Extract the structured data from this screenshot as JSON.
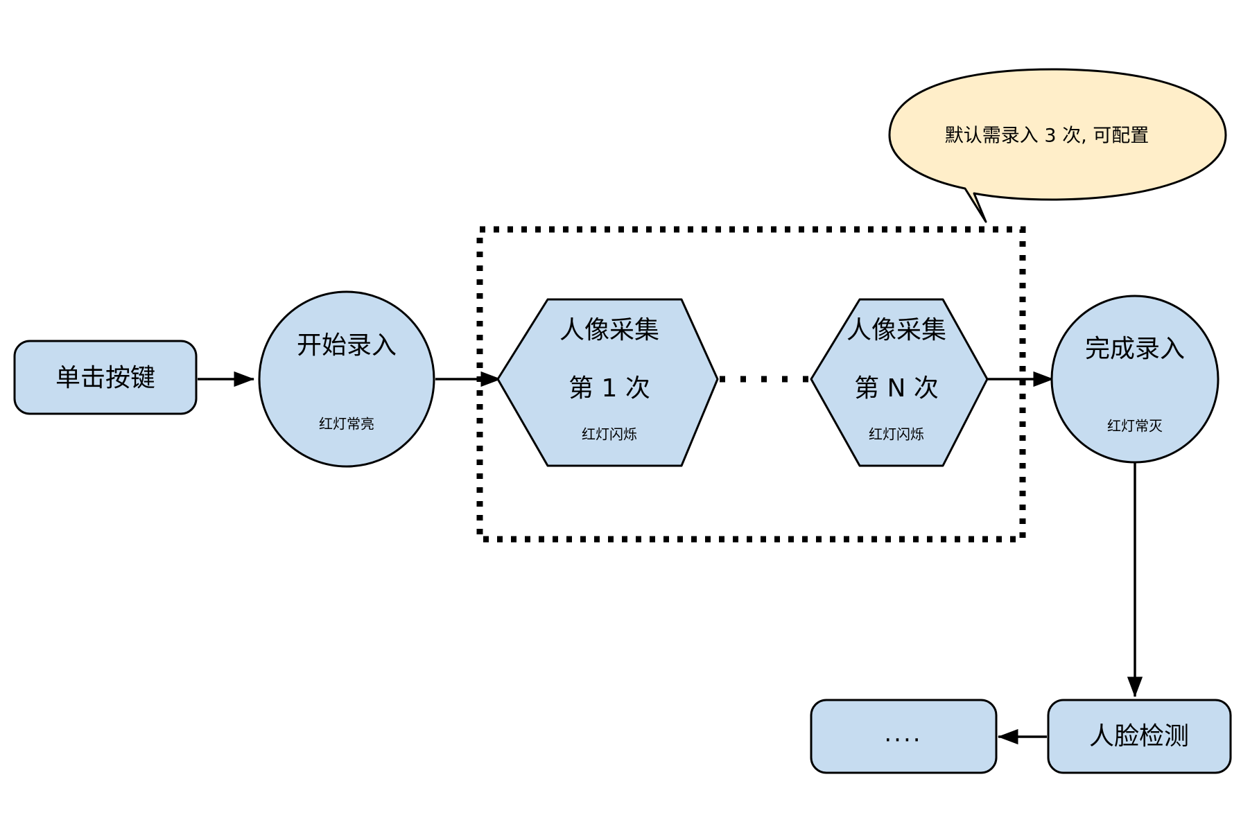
{
  "diagram": {
    "type": "flowchart",
    "title": "",
    "background_color": "#ffffff",
    "palette": {
      "node_fill": "#c6dcf0",
      "node_stroke": "#000000",
      "callout_fill": "#ffeec9",
      "callout_stroke": "#000000",
      "edge_color": "#000000"
    },
    "nodes": {
      "click_button": {
        "label": "单击按键",
        "shape": "rounded-rectangle"
      },
      "start_enroll": {
        "label": "开始录入",
        "sub_label": "红灯常亮",
        "shape": "circle"
      },
      "capture_first": {
        "label_line1": "人像采集",
        "label_line2": "第 1 次",
        "sub_label": "红灯闪烁",
        "shape": "hexagon"
      },
      "capture_nth": {
        "label_line1": "人像采集",
        "label_line2": "第 N 次",
        "sub_label": "红灯闪烁",
        "shape": "hexagon"
      },
      "finish_enroll": {
        "label": "完成录入",
        "sub_label": "红灯常灭",
        "shape": "circle"
      },
      "face_detect": {
        "label": "人脸检测",
        "shape": "rounded-rectangle"
      },
      "more_steps": {
        "label": "....",
        "shape": "rounded-rectangle"
      }
    },
    "callout": {
      "label": "默认需录入 3 次, 可配置",
      "shape": "ellipse-speech-bubble",
      "points_to": "capture-loop-group"
    },
    "group": {
      "name": "capture-loop-group",
      "border_style": "dotted"
    },
    "edges": [
      {
        "from": "click_button",
        "to": "start_enroll",
        "style": "solid-arrow"
      },
      {
        "from": "start_enroll",
        "to": "capture_first",
        "style": "solid-arrow"
      },
      {
        "from": "capture_first",
        "to": "capture_nth",
        "style": "dotted"
      },
      {
        "from": "capture_nth",
        "to": "finish_enroll",
        "style": "solid-arrow"
      },
      {
        "from": "finish_enroll",
        "to": "face_detect",
        "style": "solid-arrow"
      },
      {
        "from": "face_detect",
        "to": "more_steps",
        "style": "solid-arrow"
      }
    ]
  }
}
